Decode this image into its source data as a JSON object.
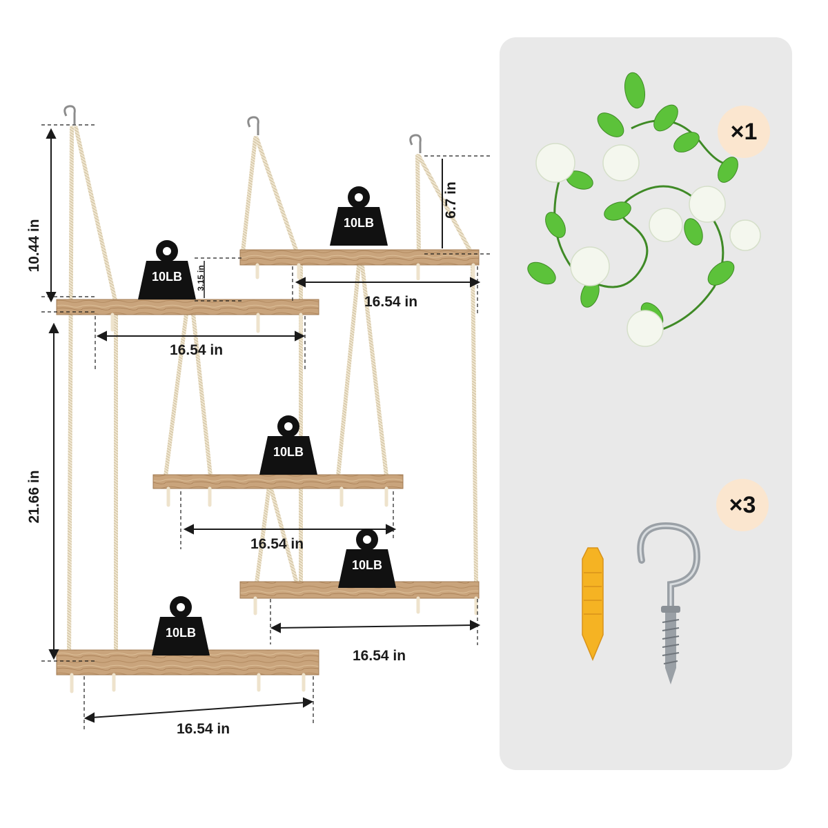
{
  "dimensions": {
    "shelf_width": "16.54 in",
    "top_height": "10.44 in",
    "lower_height": "21.66 in",
    "gap_small": "3.15 in",
    "right_rope": "6.7 in"
  },
  "weight_capacity": "10LB",
  "accessories": {
    "vine_count": "×1",
    "hardware_count": "×3",
    "vine_icon": "ivy-rose-garland-icon",
    "anchor_icon": "wall-anchor-icon",
    "hook_icon": "screw-hook-icon"
  },
  "colors": {
    "wood": "#c9a47c",
    "rope": "#eee3cc",
    "weight": "#111111",
    "panel": "#e9e9e9",
    "badge": "#fbe6cf",
    "anchor": "#f5b323",
    "leaf": "#5cc23a"
  }
}
